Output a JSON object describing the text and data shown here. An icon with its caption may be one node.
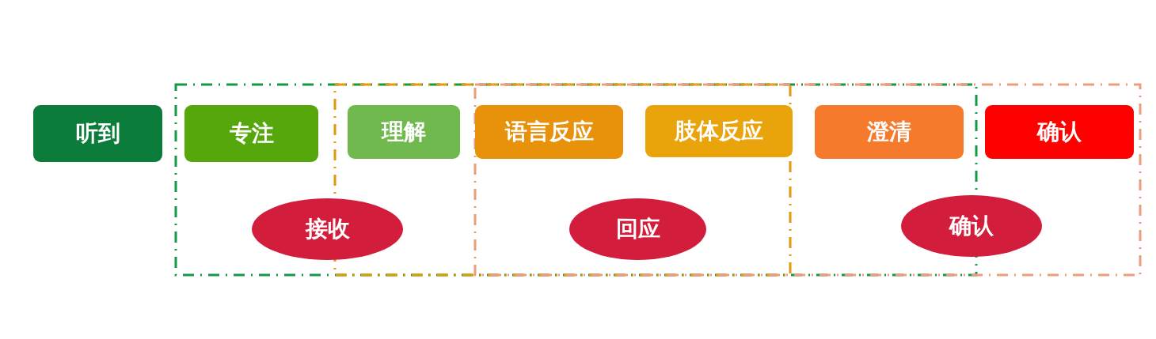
{
  "diagram": {
    "nodes": [
      {
        "text": [
          "听到"
        ]
      },
      {
        "text": [
          "专注"
        ]
      },
      {
        "text": [
          "理解"
        ]
      },
      {
        "text": [
          "语言反应"
        ]
      },
      {
        "text": [
          "肢体反应"
        ]
      },
      {
        "text": [
          "澄清"
        ]
      },
      {
        "text": [
          "确认"
        ]
      },
      {
        "text": [
          "接收"
        ]
      },
      {
        "text": [
          "回应"
        ]
      },
      {
        "text": [
          "确认"
        ]
      }
    ]
  }
}
